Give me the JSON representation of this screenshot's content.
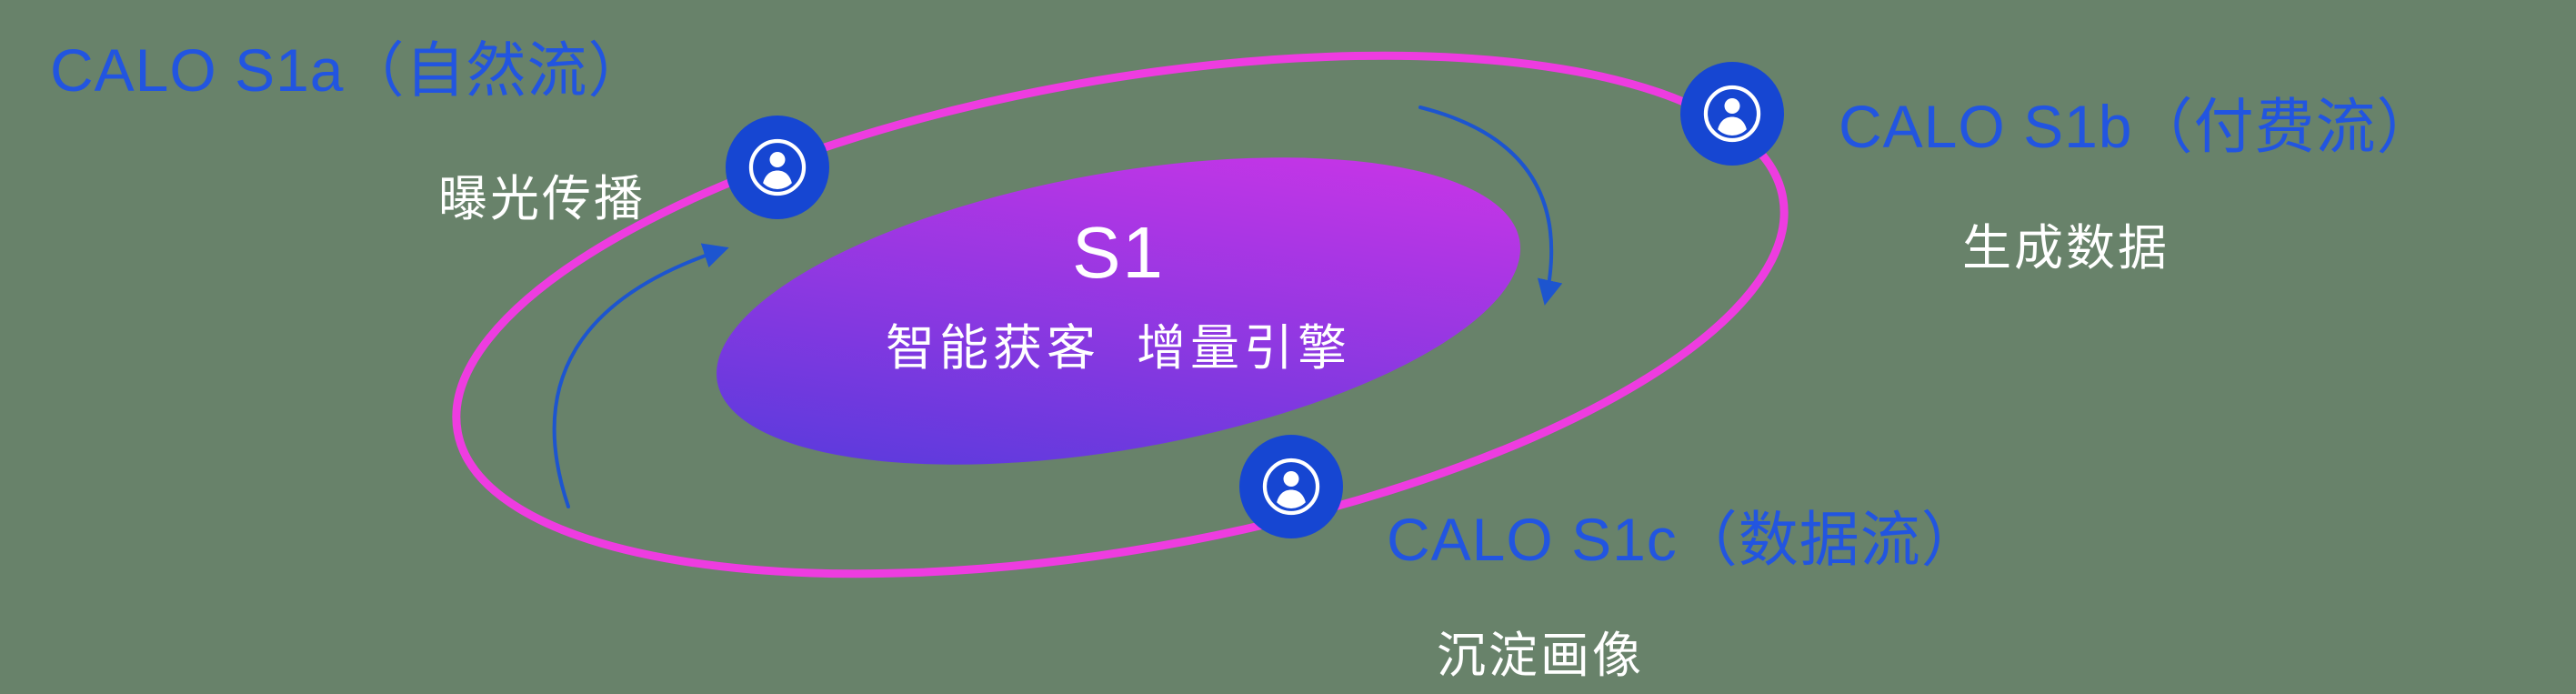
{
  "background": {
    "color": "#68826a"
  },
  "palette": {
    "label_blue": "#2255e0",
    "orbit_pink": "#ee3ce0",
    "node_blue": "#1646d2",
    "arrow_blue": "#1d55cf",
    "inner_gradient_start": "#4b3bdb",
    "inner_gradient_end": "#d834e8",
    "text_white": "#ffffff"
  },
  "center": {
    "title": "S1",
    "subtitle": "智能获客  增量引擎"
  },
  "nodes": {
    "s1a": {
      "label": "CALO S1a（自然流）",
      "sublabel": "曝光传播",
      "icon": "user-icon"
    },
    "s1b": {
      "label": "CALO S1b（付费流）",
      "sublabel": "生成数据",
      "icon": "user-icon"
    },
    "s1c": {
      "label": "CALO S1c（数据流）",
      "sublabel": "沉淀画像",
      "icon": "user-icon"
    }
  }
}
